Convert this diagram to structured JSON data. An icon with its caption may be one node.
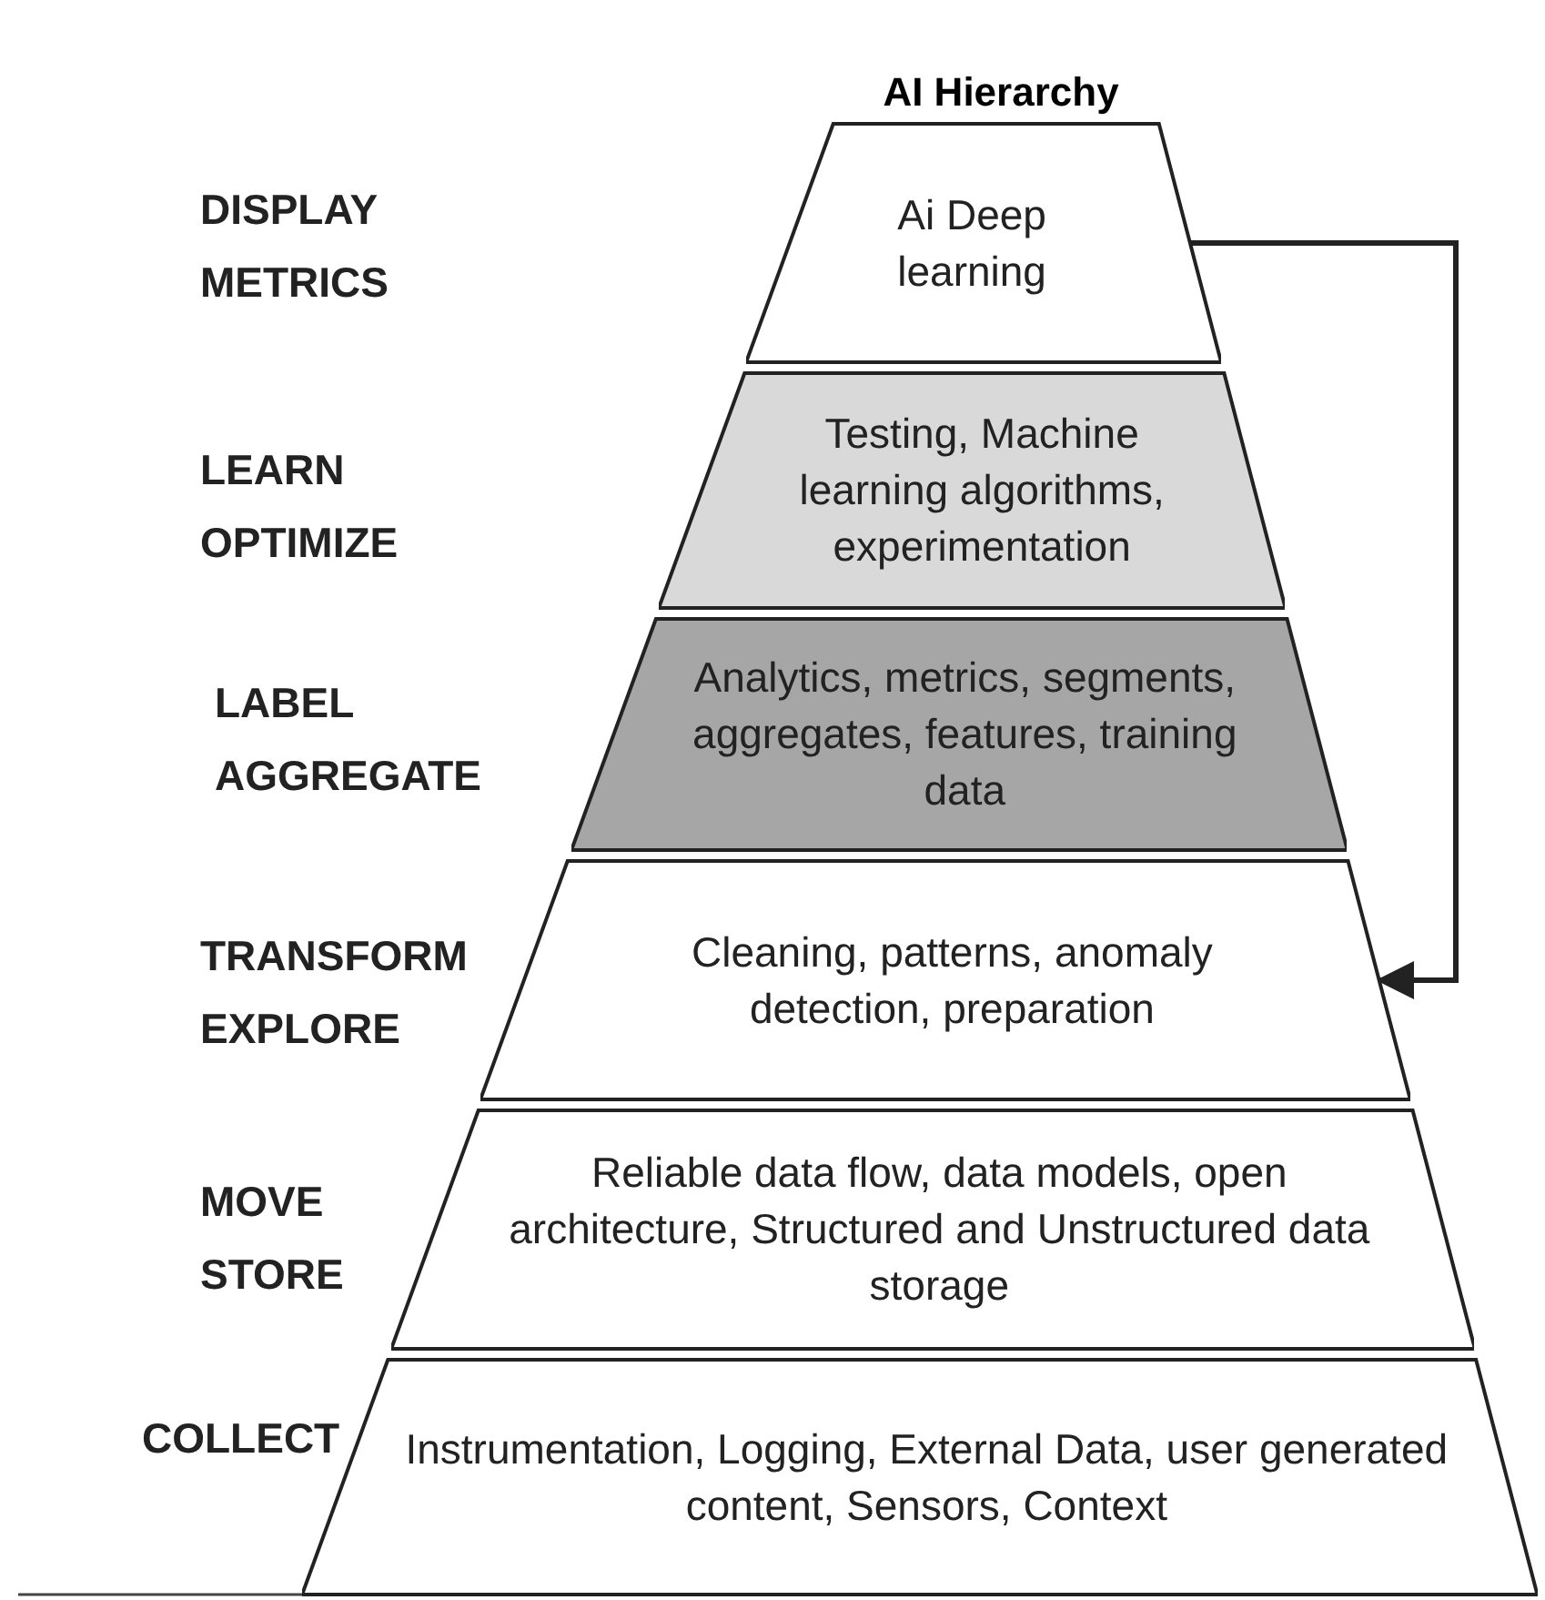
{
  "diagram": {
    "title": "AI Hierarchy",
    "nodes": [
      {
        "text": [
          "Ai Deep learning"
        ]
      },
      {
        "text": [
          "Testing, Machine learning algorithms, experimentation"
        ]
      },
      {
        "text": [
          "Analytics, metrics, segments, aggregates, features, training data"
        ]
      },
      {
        "text": [
          "Cleaning, patterns, anomaly detection, preparation"
        ]
      },
      {
        "text": [
          "Reliable data flow, data models, open architecture, Structured and Unstructured data storage"
        ]
      },
      {
        "text": [
          "Instrumentation, Logging, External Data, user generated content, Sensors,  Context"
        ]
      }
    ],
    "edges": [
      {
        "from": 0,
        "to": 3,
        "arrow": "to"
      }
    ],
    "labels": [
      "DISPLAY METRICS",
      "LEARN OPTIMIZE",
      "LABEL AGGREGATE",
      "TRANSFORM EXPLORE",
      "MOVE STORE",
      "COLLECT"
    ]
  }
}
